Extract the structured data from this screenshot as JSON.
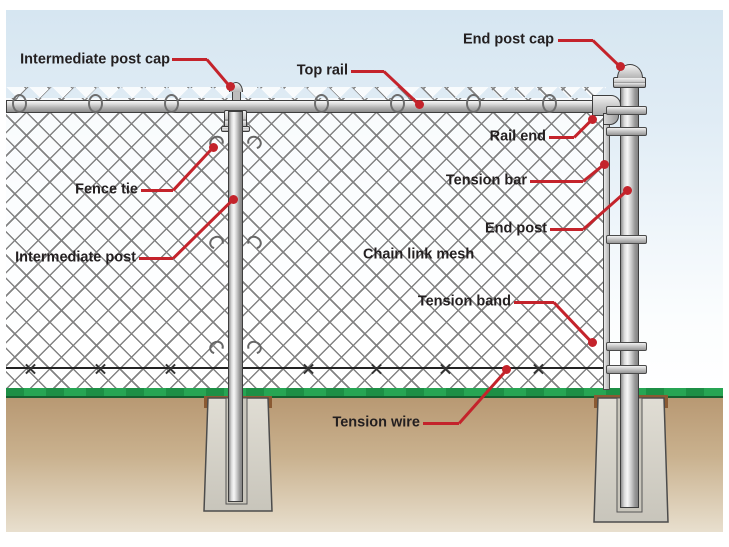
{
  "labels": [
    {
      "id": "intermediate-post-cap",
      "text": "Intermediate post cap"
    },
    {
      "id": "top-rail",
      "text": "Top rail"
    },
    {
      "id": "end-post-cap",
      "text": "End post cap"
    },
    {
      "id": "rail-end",
      "text": "Rail end"
    },
    {
      "id": "tension-bar",
      "text": "Tension bar"
    },
    {
      "id": "end-post",
      "text": "End post"
    },
    {
      "id": "fence-tie",
      "text": "Fence tie"
    },
    {
      "id": "intermediate-post",
      "text": "Intermediate post"
    },
    {
      "id": "chain-link-mesh",
      "text": "Chain link mesh"
    },
    {
      "id": "tension-band",
      "text": "Tension band"
    },
    {
      "id": "tension-wire",
      "text": "Tension wire"
    }
  ],
  "colors": {
    "leader_red": "#c4232b",
    "label_ink": "#231f20",
    "sky_top": "#d6e6f1",
    "grass_green": "#219b4b",
    "ground_top": "#b79771",
    "ground_bottom": "#e8dfce",
    "dirt_brown": "#8a5a33",
    "concrete": "#d9d6cc",
    "wire_ink": "#222222"
  }
}
